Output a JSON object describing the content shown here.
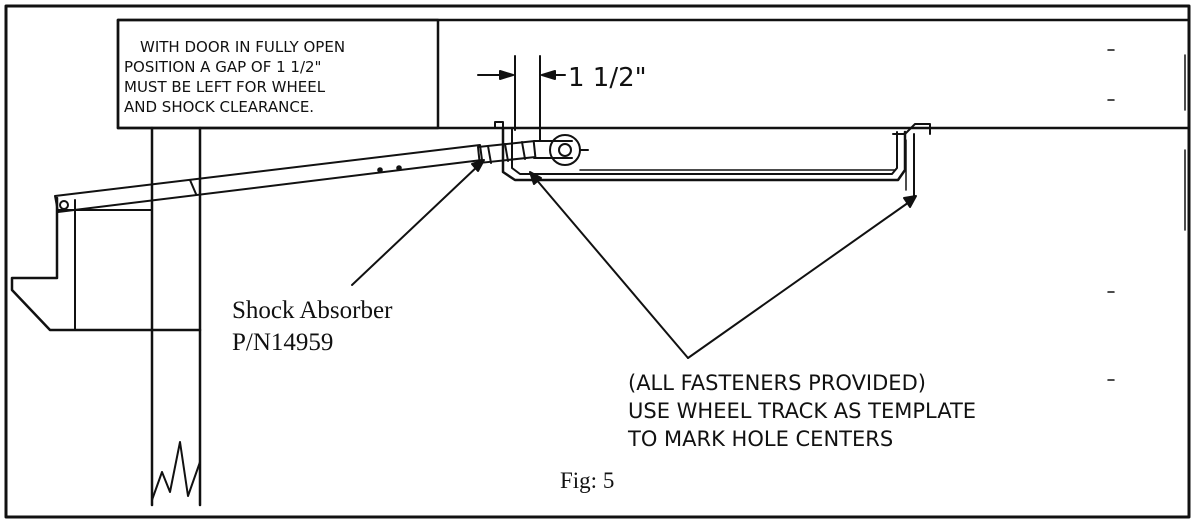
{
  "note": {
    "lines": [
      "WITH DOOR IN FULLY OPEN",
      "POSITION A GAP OF 1 1/2\"",
      "MUST BE LEFT FOR WHEEL",
      "AND SHOCK CLEARANCE."
    ]
  },
  "dimension": {
    "label": "1  1/2\""
  },
  "shock": {
    "name": "Shock Absorber",
    "part_number": "P/N14959"
  },
  "fasteners": {
    "lines": [
      "(ALL FASTENERS PROVIDED)",
      "USE WHEEL TRACK AS TEMPLATE",
      "TO MARK HOLE CENTERS"
    ]
  },
  "figure": {
    "caption": "Fig: 5"
  },
  "colors": {
    "ink": "#111111",
    "paper": "#ffffff"
  }
}
